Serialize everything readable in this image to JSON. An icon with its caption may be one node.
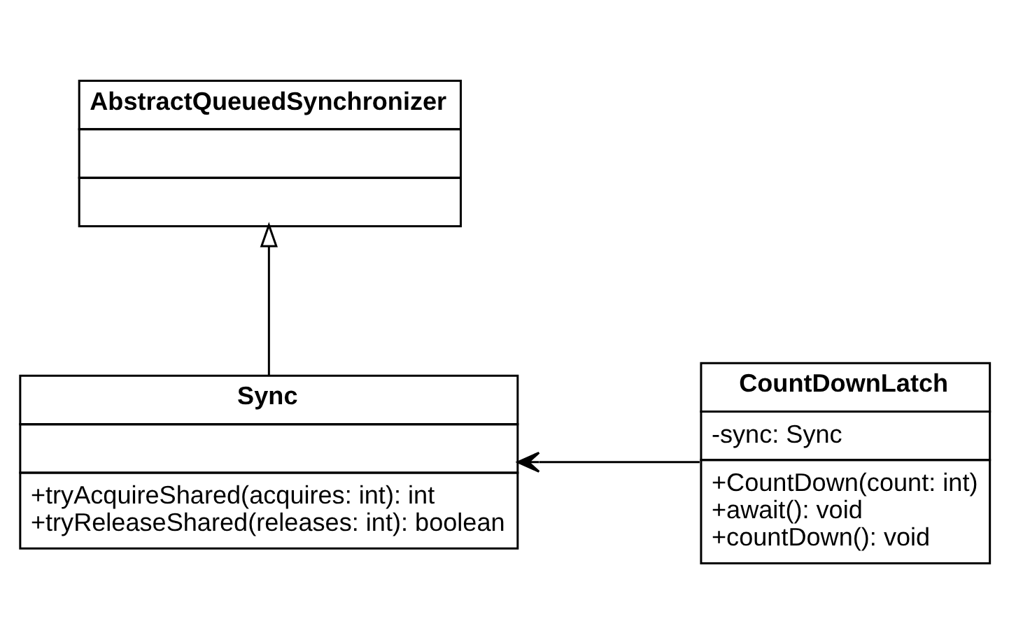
{
  "diagram": {
    "nodes": [
      {
        "text": [
          "AbstractQueuedSynchronizer"
        ]
      },
      {
        "text": [
          "Sync",
          "+tryAcquireShared(acquires: int): int",
          "+tryReleaseShared(releases: int): boolean"
        ]
      },
      {
        "text": [
          "CountDownLatch",
          "-sync: Sync",
          "+CountDown(count: int)",
          "+await(): void",
          "+countDown(): void"
        ]
      }
    ],
    "edges": [
      {
        "from": 1,
        "to": 0,
        "arrow": "to"
      },
      {
        "from": 2,
        "to": 1,
        "arrow": "to"
      }
    ]
  }
}
